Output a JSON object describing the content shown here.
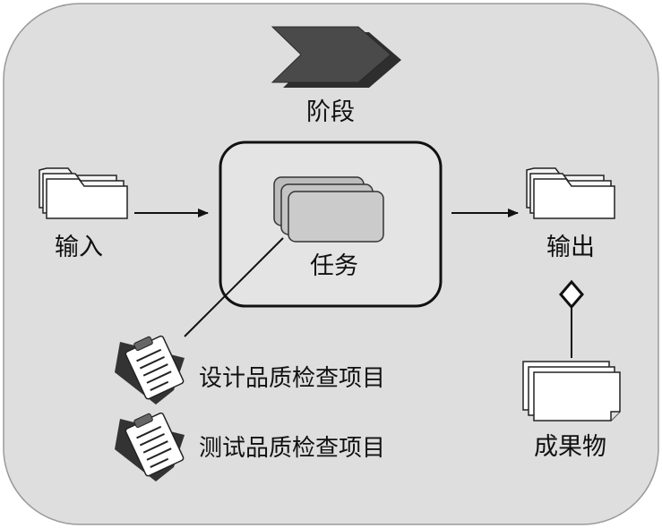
{
  "diagram": {
    "phase_label": "阶段",
    "input_label": "输入",
    "task_label": "任务",
    "output_label": "输出",
    "deliverable_label": "成果物",
    "checklists": [
      {
        "label": "设计品质检查项目"
      },
      {
        "label": "测试品质检查项目"
      }
    ]
  },
  "colors": {
    "canvas": "#dedede",
    "chevron": "#3c3c3c",
    "card_fill": "#c8c8c8",
    "stroke": "#111111"
  }
}
